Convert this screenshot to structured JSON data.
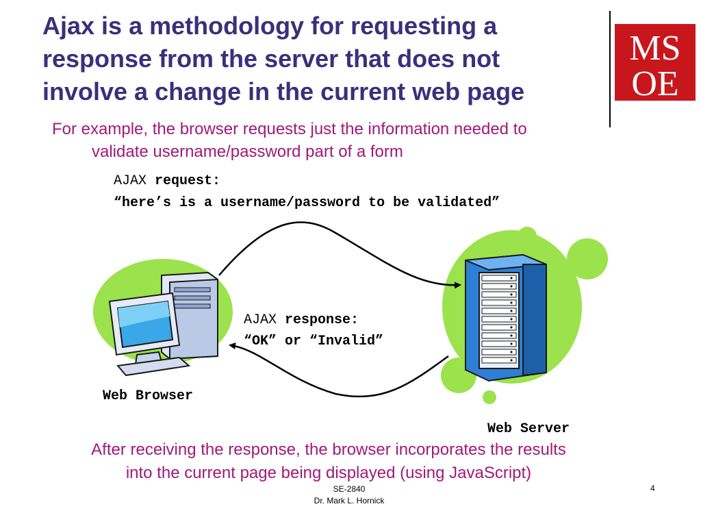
{
  "slide": {
    "title_lines": [
      "Ajax is a methodology for requesting a",
      "response from the server that does not",
      "involve a change in the current web page"
    ],
    "logo_top": "MS",
    "logo_bottom": "OE",
    "bullet1_lines": [
      "For example, the browser requests just the information needed to",
      "validate username/password part of a form"
    ],
    "request": {
      "prefix": "AJAX",
      "label": "request:",
      "text": "“here’s is a username/password to be validated”"
    },
    "response": {
      "prefix": "AJAX",
      "label": "response:",
      "text": "“OK” or “Invalid”"
    },
    "browser_label": "Web Browser",
    "server_label": "Web Server",
    "bullet2_lines": [
      "After receiving the response, the browser incorporates the results",
      "into the current page being displayed (using JavaScript)"
    ],
    "footer_lines": [
      "SE-2840",
      "Dr. Mark L. Hornick"
    ],
    "page_number": "4"
  },
  "colors": {
    "title": "#3b2f7c",
    "bullet": "#a0197a",
    "logo": "#c8161d",
    "blob": "#9be24c"
  }
}
